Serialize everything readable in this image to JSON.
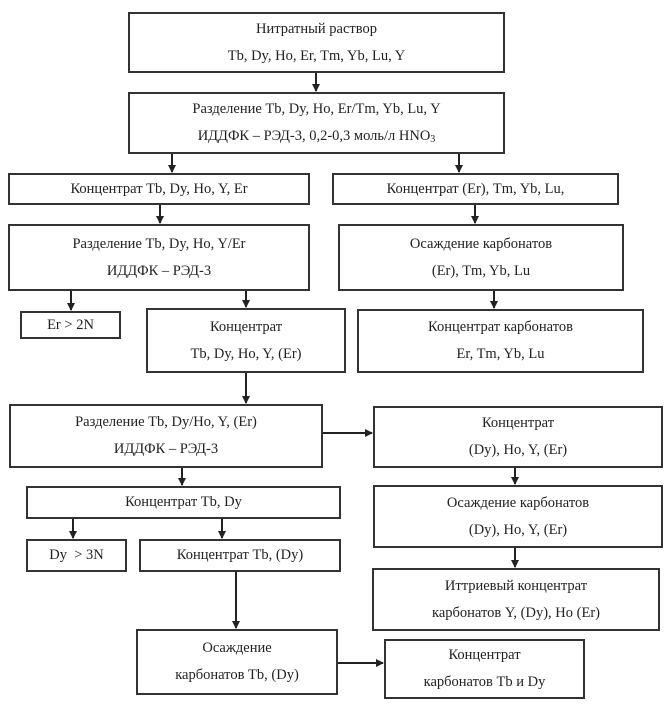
{
  "diagram": {
    "nodes": {
      "nitrate": {
        "line1": "Нитратный раствор",
        "line2": "Tb, Dy, Ho, Er, Tm, Yb, Lu, Y"
      },
      "sep1": {
        "line1": "Разделение Tb, Dy, Ho, Er/Tm, Yb, Lu, Y",
        "line2_prefix": "ИДДФК – РЭД-3, 0,2-0,3 моль/л HNO",
        "line2_sub": "3"
      },
      "conc_left": {
        "line1": "Концентрат Tb, Dy, Ho, Y, Er"
      },
      "conc_right": {
        "line1": "Концентрат (Er), Tm, Yb, Lu,"
      },
      "sep2": {
        "line1": "Разделение Tb, Dy, Ho, Y/Er",
        "line2": "ИДДФК – РЭД-3"
      },
      "precip_er": {
        "line1": "Осаждение карбонатов",
        "line2": "(Er), Tm, Yb, Lu"
      },
      "er_product": {
        "line1": "Er > 2N"
      },
      "conc_tb_dy_ho": {
        "line1": "Концентрат",
        "line2": "Tb, Dy, Ho, Y, (Er)"
      },
      "conc_carb_er": {
        "line1": "Концентрат карбонатов",
        "line2": "Er, Tm, Yb, Lu"
      },
      "sep3": {
        "line1": "Разделение Tb, Dy/Ho, Y, (Er)",
        "line2": "ИДДФК – РЭД-3"
      },
      "conc_dy_ho": {
        "line1": "Концентрат",
        "line2": "(Dy), Ho, Y, (Er)"
      },
      "conc_tb_dy": {
        "line1": "Концентрат Tb, Dy"
      },
      "precip_dy_ho": {
        "line1": "Осаждение карбонатов",
        "line2": "(Dy), Ho, Y, (Er)"
      },
      "dy_product": {
        "line1": "Dy  > 3N"
      },
      "conc_tb": {
        "line1": "Концентрат Tb, (Dy)"
      },
      "yttrium_conc": {
        "line1": "Иттриевый концентрат",
        "line2": "карбонатов Y, (Dy), Ho (Er)"
      },
      "precip_tb": {
        "line1": "Осаждение",
        "line2": "карбонатов Tb, (Dy)"
      },
      "final_tb_dy": {
        "line1": "Концентрат",
        "line2": "карбонатов Tb и Dy"
      }
    }
  }
}
